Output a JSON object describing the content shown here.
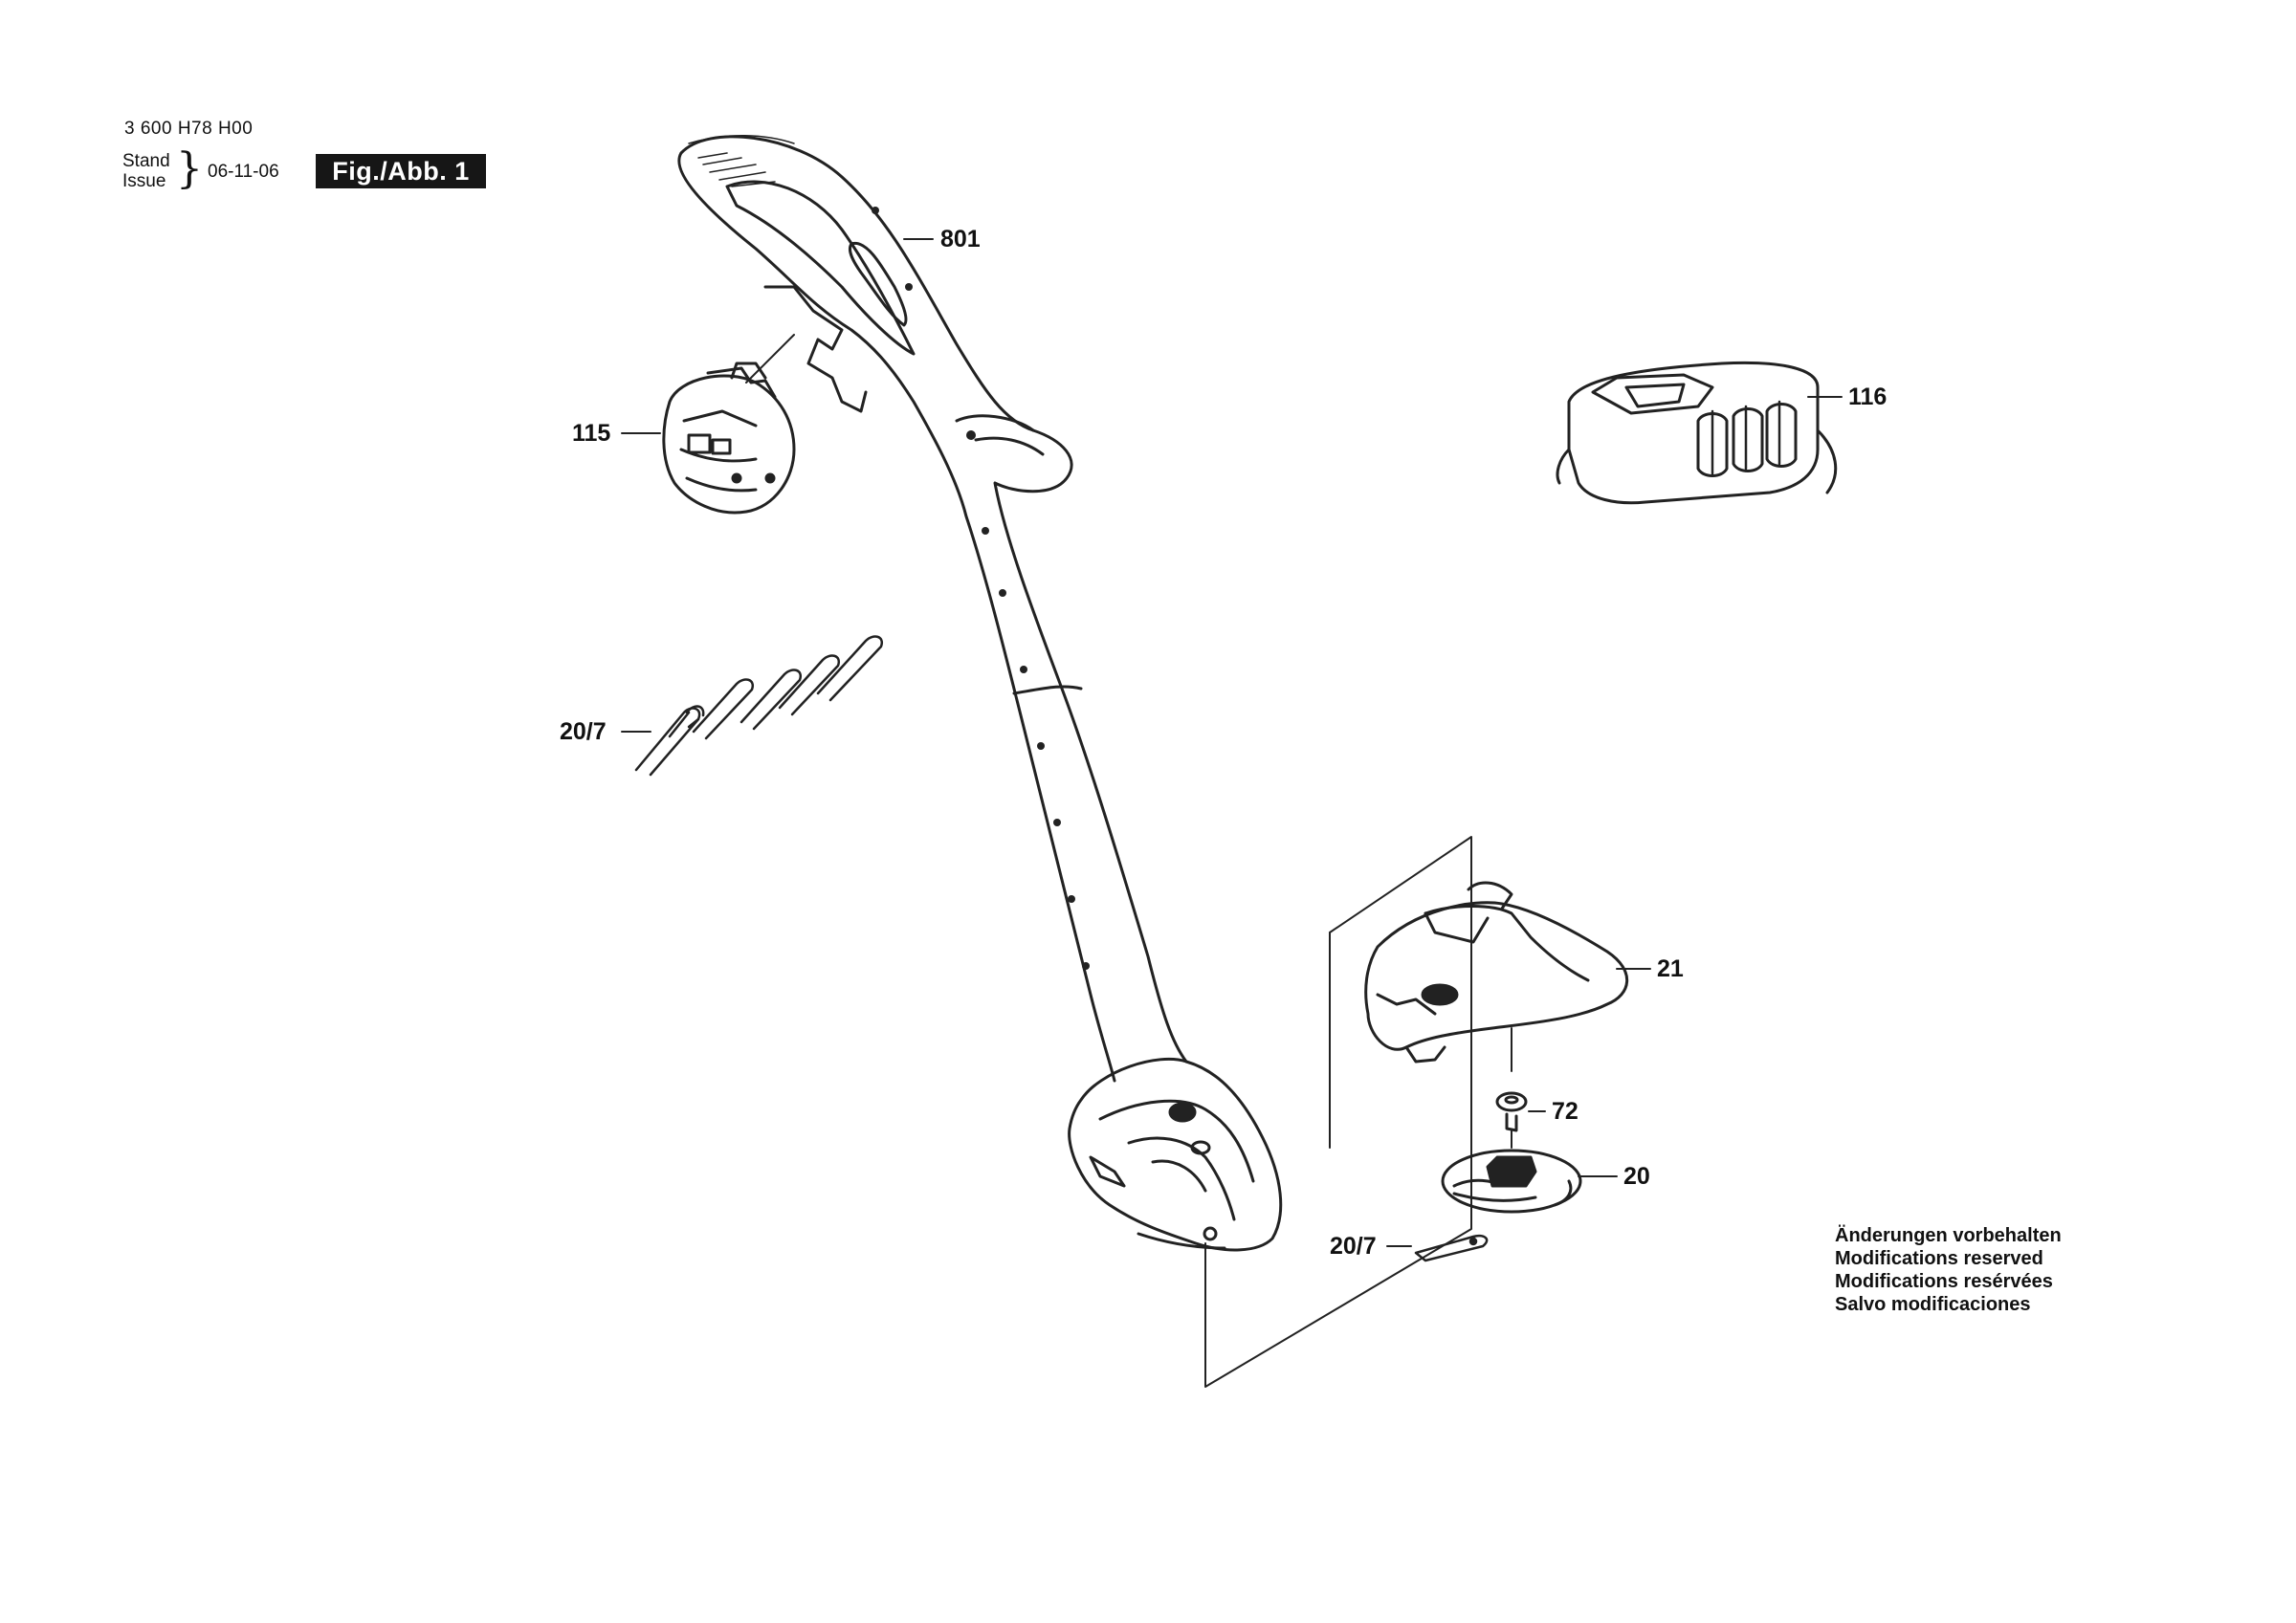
{
  "header": {
    "doc_number": "3 600 H78 H00",
    "stand_label": "Stand",
    "issue_label": "Issue",
    "issue_date": "06-11-06",
    "figure_label": "Fig./Abb. 1"
  },
  "callouts": [
    {
      "id": "801",
      "label": "801"
    },
    {
      "id": "115",
      "label": "115"
    },
    {
      "id": "116",
      "label": "116"
    },
    {
      "id": "20-7-blades",
      "label": "20/7"
    },
    {
      "id": "21",
      "label": "21"
    },
    {
      "id": "72",
      "label": "72"
    },
    {
      "id": "20",
      "label": "20"
    },
    {
      "id": "20-7-single",
      "label": "20/7"
    }
  ],
  "notes": [
    "Änderungen vorbehalten",
    "Modifications reserved",
    "Modifications resérvées",
    "Salvo modificaciones"
  ]
}
